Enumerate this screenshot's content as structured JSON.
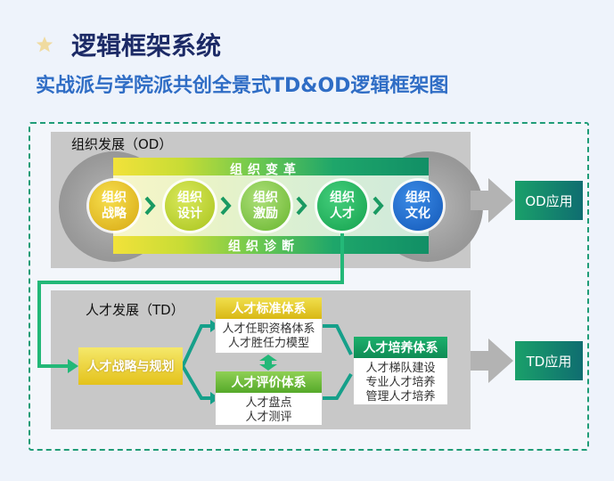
{
  "header": {
    "title": "逻辑框架系统",
    "subtitle": "实战派与学院派共创全景式TD&OD逻辑框架图"
  },
  "od": {
    "title": "组织发展（OD）",
    "band_top_label": "组织变革",
    "band_bottom_label": "组织诊断",
    "stages": [
      {
        "line1": "组织",
        "line2": "战略"
      },
      {
        "line1": "组织",
        "line2": "设计"
      },
      {
        "line1": "组织",
        "line2": "激励"
      },
      {
        "line1": "组织",
        "line2": "人才"
      },
      {
        "line1": "组织",
        "line2": "文化"
      }
    ],
    "application": "OD应用"
  },
  "td": {
    "title": "人才发展（TD）",
    "strategy": "人才战略与规划",
    "standard_system": {
      "title": "人才标准体系",
      "items": [
        "人才任职资格体系",
        "人才胜任力模型"
      ]
    },
    "evaluation_system": {
      "title": "人才评价体系",
      "items": [
        "人才盘点",
        "人才测评"
      ]
    },
    "training_system": {
      "title": "人才培养体系",
      "items": [
        "人才梯队建设",
        "专业人才培养",
        "管理人才培养"
      ]
    },
    "application": "TD应用"
  },
  "colors": {
    "title": "#1c2a66",
    "subtitle": "#2f6dc5",
    "accent_green": "#1aa06a",
    "frame_border": "#1f9c77"
  }
}
